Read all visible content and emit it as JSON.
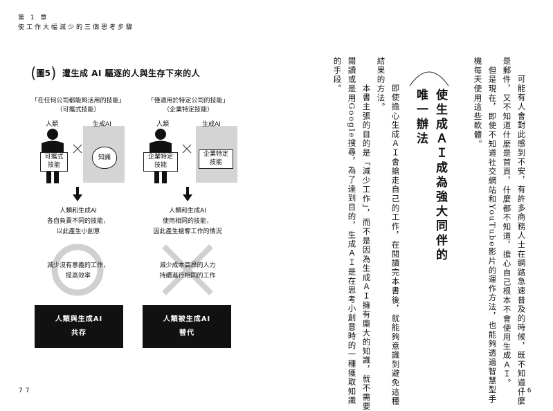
{
  "header": {
    "chapter": "第 1 章",
    "chapter_title": "使工作大幅減少的三個思考步驟"
  },
  "left_page": {
    "page_number": "77",
    "figure": {
      "label": "圖5",
      "title": "遭生成 AI 驅逐的人與生存下來的人",
      "left_column": {
        "heading_line1": "「在任何公司都能夠活用的技能」",
        "heading_line2": "（可攜式技能）",
        "human_label": "人類",
        "ai_label": "生成AI",
        "human_skill": [
          "可攜式",
          "技能"
        ],
        "ai_skill": "知識",
        "result": [
          "人類和生成AI",
          "各自負責不同的技能，",
          "以此產生小創意"
        ],
        "outcome": [
          "減少沒有意義的工作，",
          "提高效率"
        ],
        "verdict": [
          "人類與生成AI",
          "共存"
        ]
      },
      "right_column": {
        "heading_line1": "「僅適用於特定公司的技能」",
        "heading_line2": "（企業特定技能）",
        "human_label": "人類",
        "ai_label": "生成AI",
        "human_skill": [
          "企業特定",
          "技能"
        ],
        "ai_skill": [
          "企業特定",
          "技能"
        ],
        "result": [
          "人類和生成AI",
          "使用相同的技能，",
          "因此產生搶奪工作的情況"
        ],
        "outcome": [
          "減少成本高昂的人力",
          "持續進行相同的工作"
        ],
        "verdict": [
          "人類被生成AI",
          "替代"
        ]
      }
    }
  },
  "right_page": {
    "page_number": "76",
    "columns_before": [
      "可能有人會對此感到不安，有許多商務人士在網路急速普及的時候，既不知道什麼",
      "是郵件，又不知道什麼是首頁，什麼都不知道，擔心自己根本不會使用生成ＡＩ。",
      "　但是現在，即使不知道社交網站和YouTube影片的運作方法，也能夠透過智慧型手",
      "機每天使用這些軟體。"
    ],
    "section_heading": [
      "使生成ＡＩ成為強大同伴的",
      "唯一辦法"
    ],
    "columns_after": [
      "　即使擔心生成ＡＩ會搶走自己的工作，在閱讀完本書後，就能夠意識到避免這種",
      "結果的方法。",
      "　本書主張的目的是「減少工作」，而不是因為生成ＡＩ擁有龐大的知識，就不需要",
      "閱讀或是用Google搜尋，為了達到目的，生成ＡＩ是在思考小創意時的一種獲取知識",
      "的手段。"
    ]
  }
}
